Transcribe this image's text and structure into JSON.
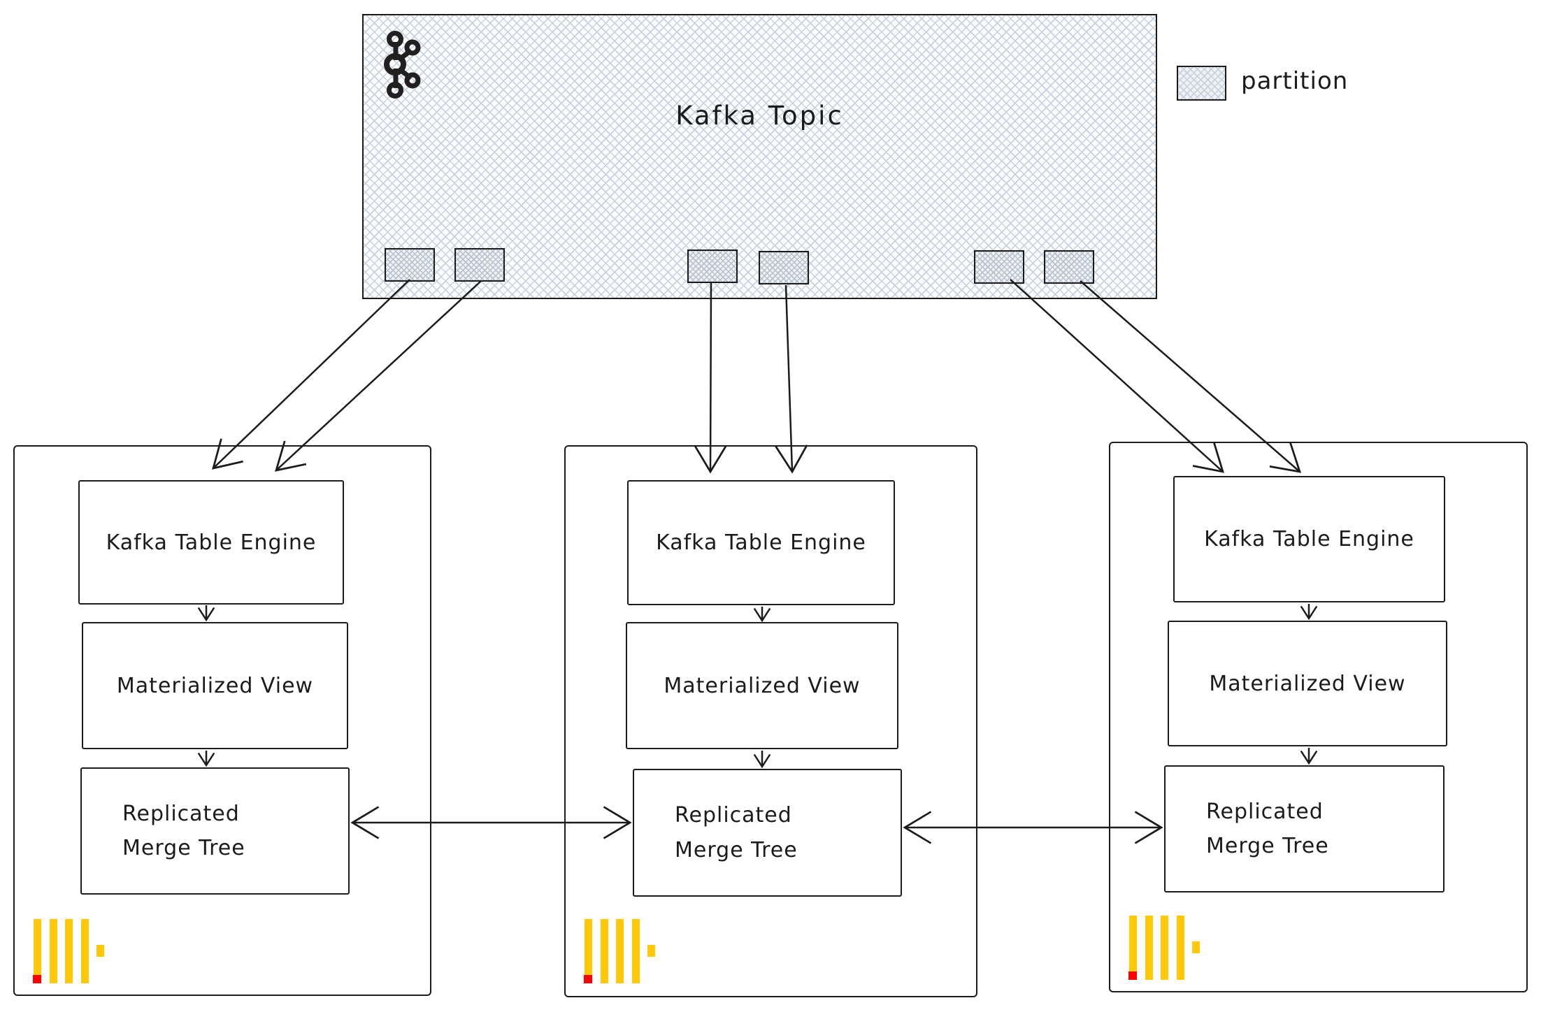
{
  "topic": {
    "title": "Kafka Topic",
    "partition_count": 6
  },
  "legend": {
    "label": "partition"
  },
  "node_labels": {
    "kafka_table_engine": "Kafka Table Engine",
    "materialized_view": "Materialized View",
    "replicated_merge_tree_line1": "Replicated",
    "replicated_merge_tree_line2": "Merge Tree"
  },
  "icons": {
    "kafka": "kafka-logo",
    "clickhouse": "clickhouse-logo",
    "partition_swatch": "partition-swatch"
  },
  "colors": {
    "ink": "#1b1b1b",
    "hatch": "#c9d1da",
    "hatch_dense": "#b6c1cc",
    "clickhouse_yellow": "#ffc808",
    "clickhouse_red": "#ff0000"
  }
}
